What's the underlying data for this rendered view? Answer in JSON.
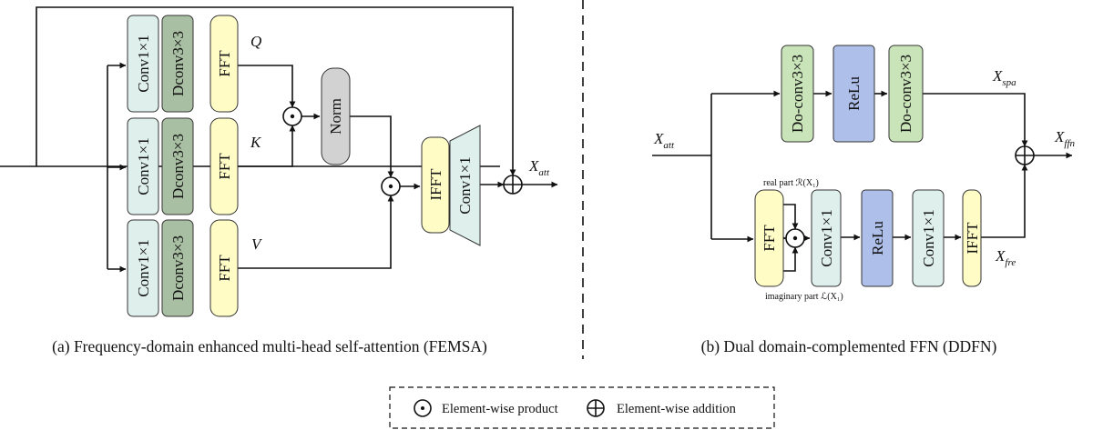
{
  "colors": {
    "conv": "#dff0ec",
    "dconv": "#a9bfa3",
    "fft": "#fffcc6",
    "norm": "#d2d2d2",
    "doconv": "#c9e4b8",
    "relu": "#aebfea",
    "line": "#111111"
  },
  "femsa": {
    "conv_label": "Conv1×1",
    "dconv_label": "Dconv3×3",
    "fft_label": "FFT",
    "q_label": "Q",
    "k_label": "K",
    "v_label": "V",
    "norm_label": "Norm",
    "ifft_label": "IFFT",
    "out_conv_label": "Conv1×1",
    "output_main": "X",
    "output_sub": "att",
    "caption": "(a) Frequency-domain enhanced multi-head self-attention (FEMSA)"
  },
  "ddfn": {
    "input_main": "X",
    "input_sub": "att",
    "doconv_label": "Do-conv3×3",
    "relu_label": "ReLu",
    "fft_label": "FFT",
    "conv_label": "Conv1×1",
    "ifft_label": "IFFT",
    "spa_main": "X",
    "spa_sub": "spa",
    "fre_main": "X",
    "fre_sub": "fre",
    "ffn_main": "X",
    "ffn_sub": "ffn",
    "real_part_label": "real part ℛ(X₁)",
    "imag_part_label": "imaginary part ℒ(X₁)",
    "caption": "(b) Dual domain-complemented FFN (DDFN)"
  },
  "legend": {
    "product_label": "Element-wise product",
    "addition_label": "Element-wise addition"
  }
}
